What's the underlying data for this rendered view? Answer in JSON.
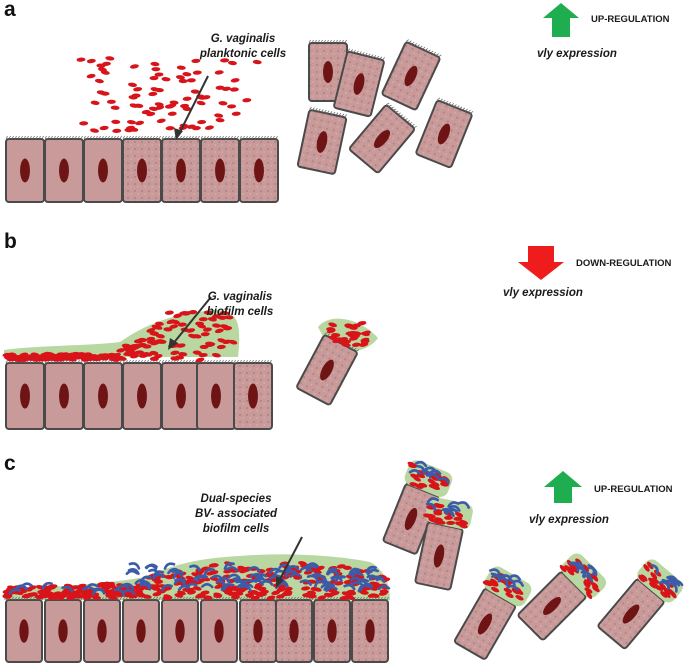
{
  "panels": [
    {
      "letter": "a",
      "caption_lines": [
        "G. vaginalis",
        "planktonic cells"
      ],
      "regulation": "UP-REGULATION",
      "direction": "up",
      "expression": "vly expression",
      "arrow_color": "#1fae4f"
    },
    {
      "letter": "b",
      "caption_lines": [
        "G. vaginalis",
        "biofilm cells"
      ],
      "regulation": "DOWN-REGULATION",
      "direction": "down",
      "expression": "vly expression",
      "arrow_color": "#ee1c1c"
    },
    {
      "letter": "c",
      "caption_lines": [
        "Dual-species",
        "BV- associated",
        "biofilm cells"
      ],
      "regulation": "UP-REGULATION",
      "direction": "up",
      "expression": "vly expression",
      "arrow_color": "#1fae4f"
    }
  ],
  "colors": {
    "epithelial_cell": "#c99a9a",
    "cell_border": "#4a4a4a",
    "nucleus": "#6e1414",
    "gardnerella": "#d8141a",
    "second_species": "#3c5ba8",
    "biofilm_matrix": "#b9d7a0"
  }
}
